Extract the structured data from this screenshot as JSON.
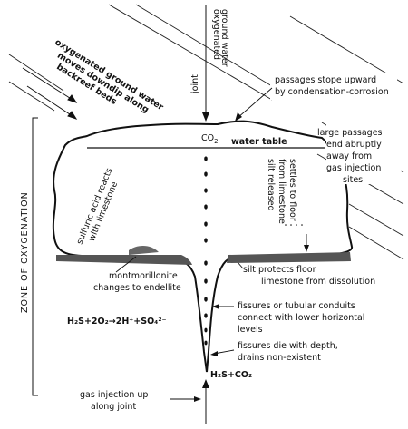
{
  "labels": {
    "oxygenated_ground_water_top": [
      "oxygenated",
      "ground water"
    ],
    "joint_top": "joint",
    "moves_downdip": [
      "oxygenated ground water",
      "moves downdip along",
      "backreef beds"
    ],
    "passages_stope": [
      "passages stope upward",
      "by condensation-corrosion"
    ],
    "co2_top": "CO",
    "co2_sub": "2",
    "water_table": "water table",
    "large_passages": [
      "large passages",
      "end abruptly",
      "away from",
      "gas injection",
      "sites"
    ],
    "zone_of_oxygenation": "ZONE OF OXYGENATION",
    "sulfuric_acid": [
      "sulfuric acid reacts",
      "with limestone"
    ],
    "silt_released": [
      "silt released",
      "from limestone",
      "settles to floor"
    ],
    "montmorillonite": [
      "montmorillonite",
      "changes to endellite"
    ],
    "silt_protects": [
      "silt protects floor",
      "limestone from dissolution"
    ],
    "equation": "H₂S+2O₂→2H⁺+SO₄²⁻",
    "fissures_tubular": [
      "fissures or tubular conduits",
      "connect with lower horizontal",
      "levels"
    ],
    "fissures_die": [
      "fissures die with depth,",
      "drains non-existent"
    ],
    "h2s_co2": "H₂S+CO₂",
    "gas_injection": [
      "gas injection up",
      "along joint"
    ]
  }
}
